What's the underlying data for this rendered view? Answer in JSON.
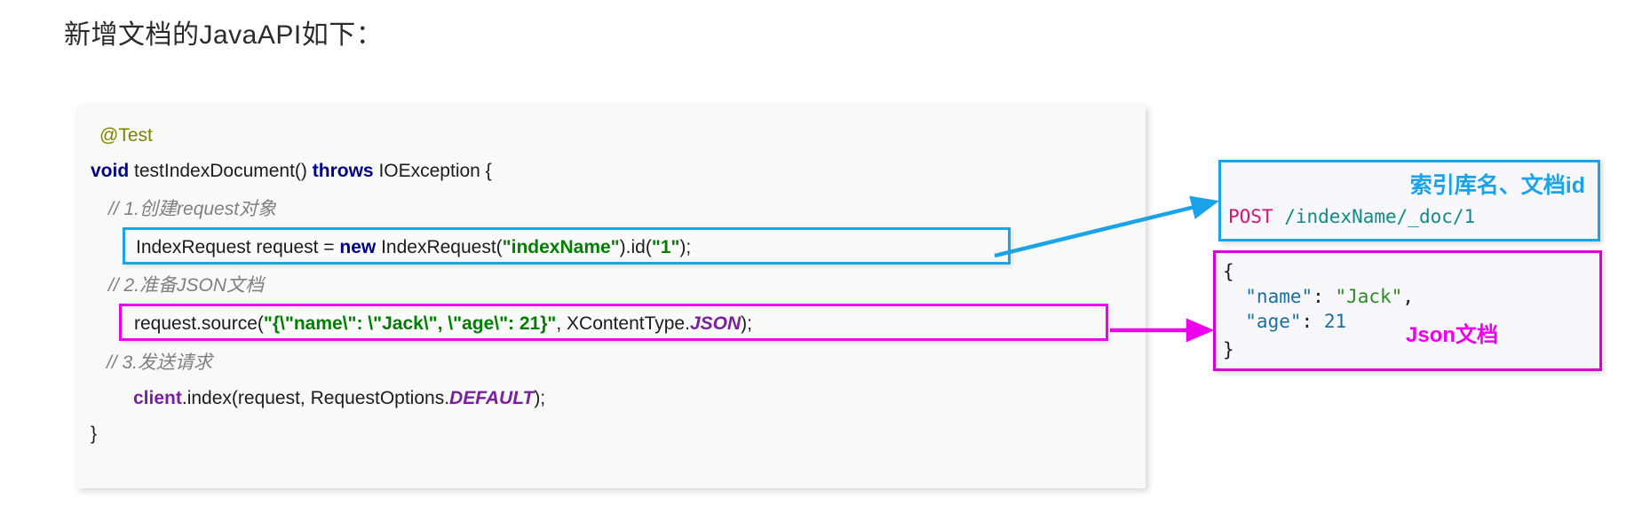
{
  "page": {
    "title": "新增文档的JavaAPI如下："
  },
  "code": {
    "lines": [
      {
        "id": "annotation",
        "text": "@Test"
      },
      {
        "id": "signature",
        "text": "void testIndexDocument() throws IOException {"
      },
      {
        "id": "comment1",
        "text": "// 1.创建request对象"
      },
      {
        "id": "boxed-request",
        "text": "IndexRequest request = new IndexRequest(\"indexName\").id(\"1\");"
      },
      {
        "id": "comment2",
        "text": "// 2.准备JSON文档"
      },
      {
        "id": "boxed-source",
        "text": "request.source(\"{\\\"name\\\": \\\"Jack\\\", \\\"age\\\": 21}\", XContentType.JSON);"
      },
      {
        "id": "comment3",
        "text": "// 3.发送请求"
      },
      {
        "id": "client-call",
        "text": "client.index(request, RequestOptions.DEFAULT);"
      },
      {
        "id": "close-brace",
        "text": "}"
      }
    ],
    "tokens": {
      "annotation": "@Test",
      "kw_void": "void",
      "method_name": " testIndexDocument() ",
      "kw_throws": "throws",
      "exception": " IOException {",
      "comment1": "// 1.创建request对象",
      "req_a": "IndexRequest request = ",
      "kw_new": "new",
      "req_b": " IndexRequest(",
      "str_indexname": "\"indexName\"",
      "req_c": ").id(",
      "str_one": "\"1\"",
      "req_d": ");",
      "comment2": "// 2.准备JSON文档",
      "src_a": "request.source(",
      "str_json": "\"{\\\"name\\\": \\\"Jack\\\", \\\"age\\\": 21}\"",
      "src_b": ", XContentType.",
      "field_json": "JSON",
      "src_c": ");",
      "comment3": "// 3.发送请求",
      "ident_client": "client",
      "call_a": ".index(request, RequestOptions.",
      "field_default": "DEFAULT",
      "call_b": ");",
      "close_brace": "}"
    }
  },
  "notes": {
    "post_box": {
      "heading": "索引库名、文档id",
      "method": "POST",
      "path": " /indexName/_doc/1"
    },
    "json_box": {
      "label": "Json文档",
      "open_brace": "{",
      "key_name": "  \"name\"",
      "colon1": ": ",
      "value_name": "\"Jack\"",
      "comma": ",",
      "key_age": "  \"age\"",
      "colon2": ": ",
      "value_age": "21",
      "close_brace": "}"
    }
  },
  "colors": {
    "blue_accent": "#1aa3e8",
    "magenta_accent": "#ee00ee",
    "magenta_box": "#d800d8",
    "string_green": "#008000",
    "keyword_blue": "#000089",
    "annotation_olive": "#808000",
    "field_purple": "#7a1fa2",
    "comment_gray": "#808080",
    "post_crimson": "#d6156e",
    "path_teal": "#118a8a",
    "json_key_blue": "#1a6fa3",
    "panel_bg": "#f8faf7"
  }
}
